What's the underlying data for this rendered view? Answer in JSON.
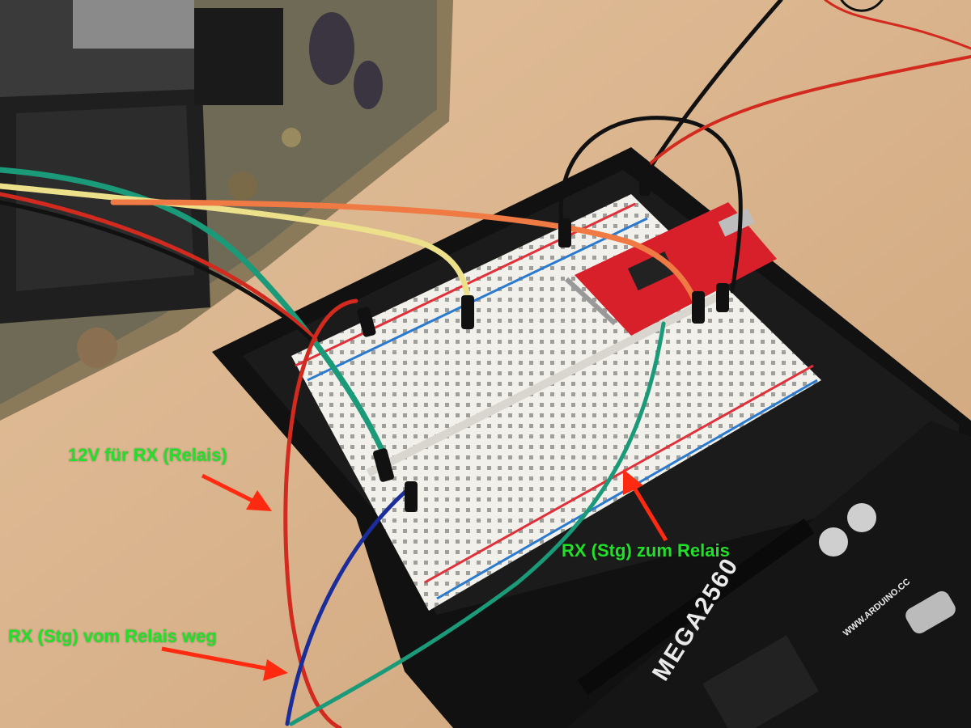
{
  "annotations": {
    "label_12v": "12V für RX (Relais)",
    "label_rx_zum": "RX (Stg)  zum Relais",
    "label_rx_vom": "RX (Stg) vom Relais weg"
  },
  "board": {
    "model_text": "MEGA2560",
    "site_text": "WWW.ARDUINO.CC"
  },
  "colors": {
    "annotation_text": "#22e02a",
    "arrow": "#ff2a10",
    "wood": "#d9b48d",
    "breadboard": "#f2f0ea",
    "ftdi_board": "#d8202a",
    "arduino_board": "#151515",
    "wire_red": "#d22a1e",
    "wire_black": "#111111",
    "wire_green": "#1a9a78",
    "wire_yellow": "#ece08a",
    "wire_orange": "#f07a44",
    "wire_blue": "#1a2d9a"
  },
  "icons": {
    "arrow_12v": "arrow-icon",
    "arrow_rx_zum": "arrow-icon",
    "arrow_rx_vom": "arrow-icon"
  }
}
